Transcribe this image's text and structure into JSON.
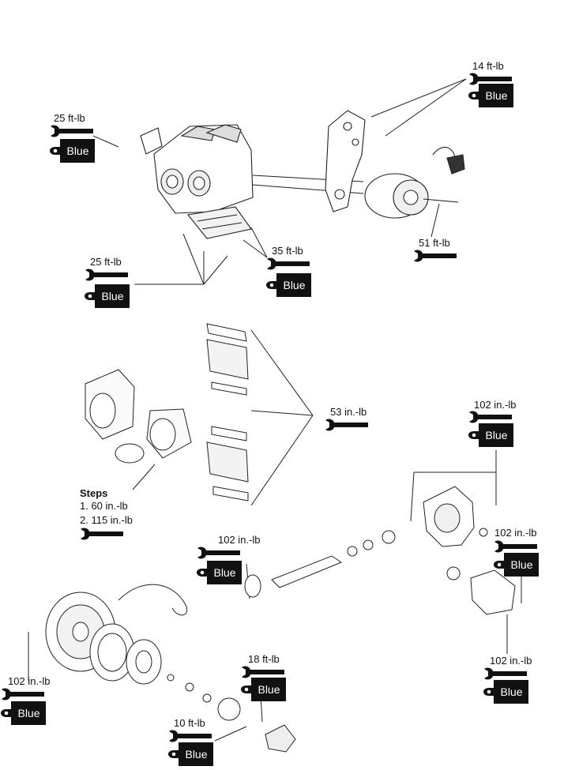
{
  "callouts": {
    "c1": {
      "torque": "14 ft-lb",
      "loctite": "Blue"
    },
    "c2": {
      "torque": "25 ft-lb",
      "loctite": "Blue"
    },
    "c3": {
      "torque": "51 ft-lb"
    },
    "c4": {
      "torque": "25 ft-lb",
      "loctite": "Blue"
    },
    "c5": {
      "torque": "35 ft-lb",
      "loctite": "Blue"
    },
    "c6": {
      "torque": "53 in.-lb"
    },
    "c7": {
      "torque": "102 in.-lb",
      "loctite": "Blue"
    },
    "c8": {
      "title": "Steps",
      "step1": "1. 60 in.-lb",
      "step2": "2. 115 in.-lb"
    },
    "c9": {
      "torque": "102 in.-lb",
      "loctite": "Blue"
    },
    "c10": {
      "torque": "102 in.-lb",
      "loctite": "Blue"
    },
    "c11": {
      "torque": "102 in.-lb",
      "loctite": "Blue"
    },
    "c12": {
      "torque": "102 in.-lb",
      "loctite": "Blue"
    },
    "c13": {
      "torque": "18 ft-lb",
      "loctite": "Blue"
    },
    "c14": {
      "torque": "10 ft-lb",
      "loctite": "Blue"
    }
  },
  "icons": {
    "wrench": "torque-wrench-icon",
    "tag": "threadlocker-tag-icon"
  }
}
